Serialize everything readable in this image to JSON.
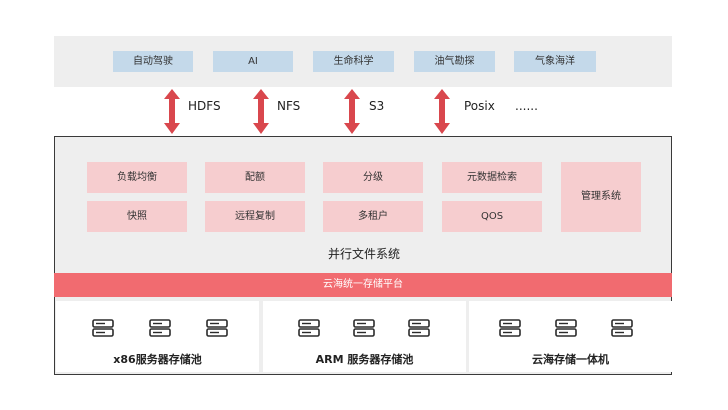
{
  "applications": [
    "自动驾驶",
    "AI",
    "生命科学",
    "油气勘探",
    "气象海洋"
  ],
  "protocols": [
    "HDFS",
    "NFS",
    "S3",
    "Posix",
    "......"
  ],
  "fs_features": {
    "row1": [
      "负载均衡",
      "配额",
      "分级",
      "元数据检索"
    ],
    "row2": [
      "快照",
      "远程复制",
      "多租户",
      "QOS"
    ],
    "management": "管理系统"
  },
  "fs_title": "并行文件系统",
  "platform": "云海统一存储平台",
  "pools": [
    "x86服务器存储池",
    "ARM 服务器存储池",
    "云海存储一体机"
  ],
  "colors": {
    "chip": "#c4d9ea",
    "feature": "#f6cdcf",
    "platform": "#f16b70",
    "arrow": "#d9474d",
    "panel": "#eeeeee"
  },
  "icons": {
    "server": "server-icon",
    "arrow": "double-arrow-icon"
  }
}
